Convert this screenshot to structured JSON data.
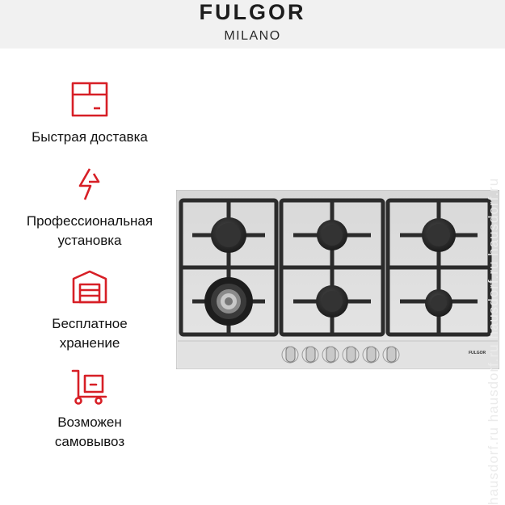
{
  "brand": {
    "name": "FULGOR",
    "subtitle": "MILANO"
  },
  "features": [
    {
      "icon": "box-icon",
      "label_line1": "Быстрая доставка",
      "label_line2": ""
    },
    {
      "icon": "lightning-icon",
      "label_line1": "Профессиональная",
      "label_line2": "установка"
    },
    {
      "icon": "warehouse-icon",
      "label_line1": "Бесплатное",
      "label_line2": "хранение"
    },
    {
      "icon": "hand-truck-icon",
      "label_line1": "Возможен",
      "label_line2": "самовывоз"
    }
  ],
  "product": {
    "plate_text": "FULGOR"
  },
  "watermark": "hausdorf.ru   hausdorf.ru   hausdorf.ru   hausdorf.ru",
  "colors": {
    "accent": "#d71f26",
    "header_bg": "#f1f1f1",
    "grate": "#2b2b2b",
    "steel": "#dedede"
  }
}
